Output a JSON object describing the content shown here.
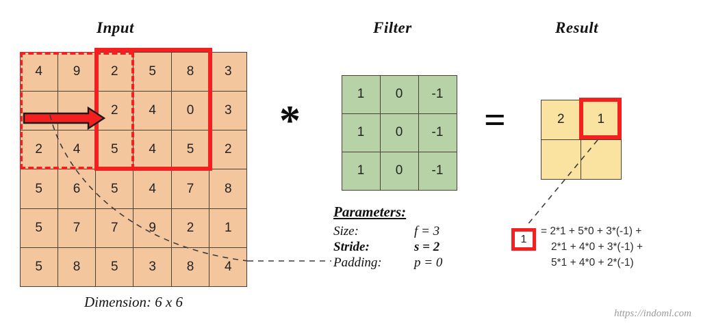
{
  "titles": {
    "input": "Input",
    "filter": "Filter",
    "result": "Result"
  },
  "operators": {
    "convolve": "*",
    "equals": "="
  },
  "input": {
    "rows": 6,
    "cols": 6,
    "caption": "Dimension: 6 x 6",
    "values": [
      [
        "4",
        "9",
        "2",
        "5",
        "8",
        "3"
      ],
      [
        "",
        "",
        "2",
        "4",
        "0",
        "3"
      ],
      [
        "2",
        "4",
        "5",
        "4",
        "5",
        "2"
      ],
      [
        "5",
        "6",
        "5",
        "4",
        "7",
        "8"
      ],
      [
        "5",
        "7",
        "7",
        "9",
        "2",
        "1"
      ],
      [
        "5",
        "8",
        "5",
        "3",
        "8",
        "4"
      ]
    ]
  },
  "filter": {
    "rows": 3,
    "cols": 3,
    "values": [
      [
        "1",
        "0",
        "-1"
      ],
      [
        "1",
        "0",
        "-1"
      ],
      [
        "1",
        "0",
        "-1"
      ]
    ]
  },
  "result": {
    "rows": 2,
    "cols": 2,
    "values": [
      [
        "2",
        "1"
      ],
      [
        "",
        ""
      ]
    ]
  },
  "parameters": {
    "heading": "Parameters:",
    "rows": [
      {
        "label": "Size:",
        "value": "f = 3",
        "bold": false
      },
      {
        "label": "Stride:",
        "value": "s = 2",
        "bold": true
      },
      {
        "label": "Padding:",
        "value": "p = 0",
        "bold": false
      }
    ]
  },
  "calculation": {
    "highlighted_value": "1",
    "lines": [
      "= 2*1 + 5*0 + 3*(-1) +",
      "2*1 + 4*0 + 3*(-1) +",
      "5*1 + 4*0 + 2*(-1)"
    ]
  },
  "watermark": "https://indoml.com",
  "colors": {
    "input_cell": "#f3c69e",
    "filter_cell": "#b6d2a6",
    "result_cell": "#fae3a0",
    "highlight_red": "#f42020",
    "cell_border": "#4a4036",
    "background": "#ffffff"
  },
  "chart_data": {
    "type": "diagram",
    "title": "Convolution with stride 2",
    "input_matrix": [
      [
        "4",
        "9",
        "2",
        "5",
        "8",
        "3"
      ],
      [
        "",
        "",
        "2",
        "4",
        "0",
        "3"
      ],
      [
        "2",
        "4",
        "5",
        "4",
        "5",
        "2"
      ],
      [
        "5",
        "6",
        "5",
        "4",
        "7",
        "8"
      ],
      [
        "5",
        "7",
        "7",
        "9",
        "2",
        "1"
      ],
      [
        "5",
        "8",
        "5",
        "3",
        "8",
        "4"
      ]
    ],
    "filter_matrix": [
      [
        "1",
        "0",
        "-1"
      ],
      [
        "1",
        "0",
        "-1"
      ],
      [
        "1",
        "0",
        "-1"
      ]
    ],
    "result_matrix": [
      [
        "2",
        "1"
      ],
      [
        "",
        ""
      ]
    ],
    "params": {
      "f": 3,
      "s": 2,
      "p": 0
    },
    "annotations": [
      "dashed red window covers input columns 1-3, rows 1-3",
      "solid red window covers input columns 3-5, rows 1-3",
      "red arrow indicates stride of 2 to the right",
      "result cell (row 1, col 2) = 1 is highlighted and expanded below"
    ]
  }
}
